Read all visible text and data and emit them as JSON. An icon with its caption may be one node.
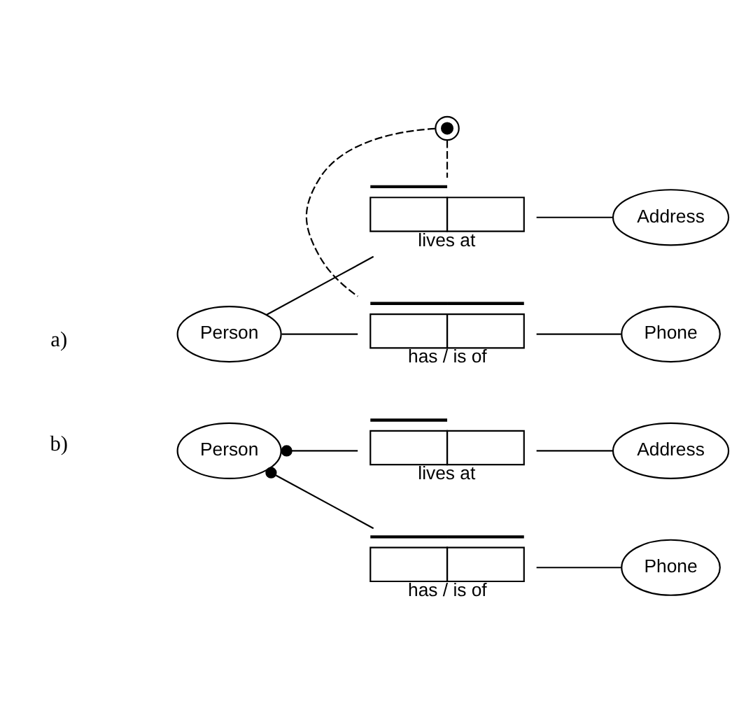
{
  "diagram": {
    "nodes": [
      {
        "text": [
          "Person"
        ]
      },
      {
        "text": [],
        "shape": "box",
        "beside": [
          "lives at"
        ]
      },
      {
        "text": [
          "Address"
        ]
      },
      {
        "text": [],
        "shape": "circle"
      },
      {
        "text": [],
        "shape": "box",
        "beside": [
          "has / is of"
        ]
      },
      {
        "text": [
          "Phone"
        ]
      },
      {
        "text": [
          "Person"
        ]
      },
      {
        "text": [],
        "shape": "box",
        "beside": [
          "lives at"
        ]
      },
      {
        "text": [
          "Address"
        ]
      },
      {
        "text": [],
        "shape": "box",
        "beside": [
          "has / is of"
        ]
      },
      {
        "text": [
          "Phone"
        ]
      }
    ],
    "edges": [
      {
        "from": 0,
        "to": 1,
        "arrow": "none"
      },
      {
        "from": 1,
        "to": 2,
        "arrow": "none"
      },
      {
        "from": 3,
        "to": 1,
        "arrow": "none",
        "style": "dashed"
      },
      {
        "from": 3,
        "to": 4,
        "arrow": "none",
        "style": "dashed"
      },
      {
        "from": 0,
        "to": 4,
        "arrow": "none"
      },
      {
        "from": 4,
        "to": 5,
        "arrow": "none"
      },
      {
        "from": 6,
        "to": 7,
        "arrow": "other"
      },
      {
        "from": 7,
        "to": 8,
        "arrow": "none"
      },
      {
        "from": 6,
        "to": 9,
        "arrow": "other"
      },
      {
        "from": 9,
        "to": 10,
        "arrow": "none"
      }
    ],
    "labels": [
      "a)",
      "b)"
    ]
  }
}
